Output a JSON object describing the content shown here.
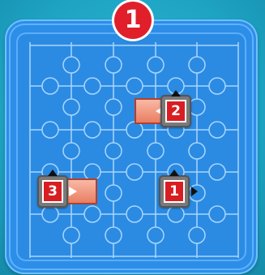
{
  "level": {
    "number": "1"
  },
  "board": {
    "columns": 5,
    "rows": 5,
    "colors": {
      "background": "#1ea3c3",
      "board": "#2d8ee8",
      "grid_line": "#a9d6ff",
      "node": "#2b8be3"
    }
  },
  "pieces": [
    {
      "label": "1",
      "head_color": "#d81e22",
      "tail_color": "#f29b83",
      "facing": "right"
    },
    {
      "label": "2",
      "head_color": "#d81e22",
      "tail_color": "#f29b83",
      "facing": "left"
    },
    {
      "label": "3",
      "head_color": "#d81e22",
      "tail_color": "#f29b83",
      "facing": "right"
    }
  ]
}
